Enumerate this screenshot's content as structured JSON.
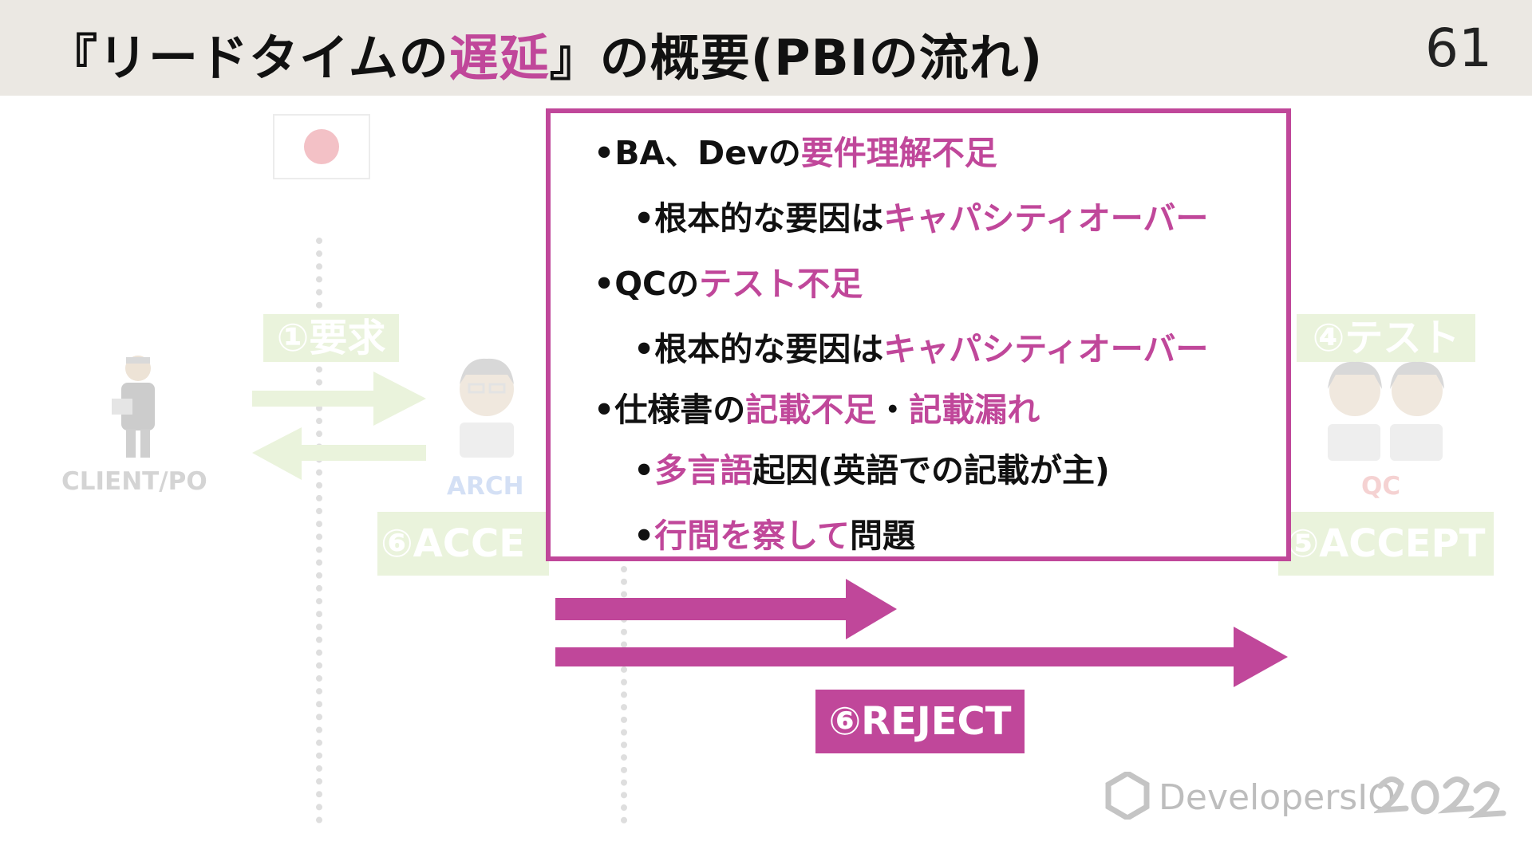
{
  "header": {
    "title_prefix": "『リードタイムの",
    "title_highlight": "遅延",
    "title_suffix": "』の概要(PBIの流れ)",
    "page_number": "61"
  },
  "diagram": {
    "client_label": "CLIENT/PO",
    "arch_label": "ARCH",
    "qc_label": "QC",
    "step1": "①要求",
    "step4": "④テスト",
    "step5": "⑤ACCEPT",
    "step6_accept": "⑥ACCE",
    "reject_label": "⑥REJECT"
  },
  "box": {
    "line1_a": "•BA、Devの",
    "line1_b": "要件理解不足",
    "line2_a": "•根本的な要因は",
    "line2_b": "キャパシティオーバー",
    "line3_a": "•QCの",
    "line3_b": "テスト不足",
    "line4_a": "•根本的な要因は",
    "line4_b": "キャパシティオーバー",
    "line5_a": "•仕様書の",
    "line5_b": "記載不足",
    "line5_c": "・",
    "line5_d": "記載漏れ",
    "line6_a": "•",
    "line6_b": "多言語",
    "line6_c": "起因(英語での記載が主)",
    "line7_a": "•",
    "line7_b": "行間を察して",
    "line7_c": "問題"
  },
  "logo": {
    "text": "DevelopersIO"
  },
  "colors": {
    "accent": "#c0479a",
    "header_bg": "#ebe8e3"
  }
}
